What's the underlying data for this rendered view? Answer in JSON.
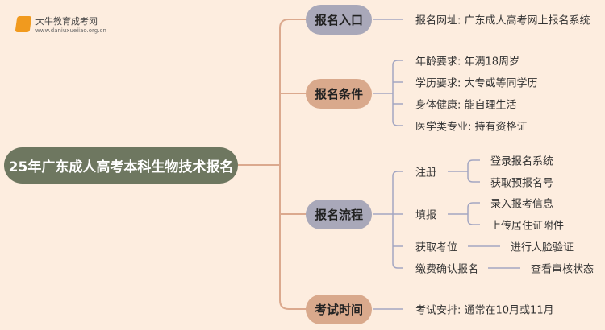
{
  "logo": {
    "name": "大牛教育成考网",
    "url": "www.daniuxueiiao.org.cn"
  },
  "root": "25年广东成人高考本科生物技术报名",
  "branches": {
    "entry": {
      "label": "报名入口",
      "leaf": "报名网址: 广东成人高考网上报名系统"
    },
    "conditions": {
      "label": "报名条件",
      "items": [
        "年龄要求: 年满18周岁",
        "学历要求: 大专或等同学历",
        "身体健康: 能自理生活",
        "医学类专业: 持有资格证"
      ]
    },
    "process": {
      "label": "报名流程",
      "items": [
        {
          "label": "注册",
          "children": [
            "登录报名系统",
            "获取预报名号"
          ]
        },
        {
          "label": "填报",
          "children": [
            "录入报考信息",
            "上传居住证附件"
          ]
        },
        {
          "label": "获取考位",
          "children": [
            "进行人脸验证"
          ]
        },
        {
          "label": "缴费确认报名",
          "children": [
            "查看审核状态"
          ]
        }
      ]
    },
    "time": {
      "label": "考试时间",
      "leaf": "考试安排: 通常在10月或11月"
    }
  },
  "colors": {
    "background": "#fdeddf",
    "root": "#6e7760",
    "gray_node": "#a9a8b9",
    "tan_node": "#d9a98c",
    "trunk_line": "#dba98e",
    "sub_line": "#a3a6c2"
  }
}
